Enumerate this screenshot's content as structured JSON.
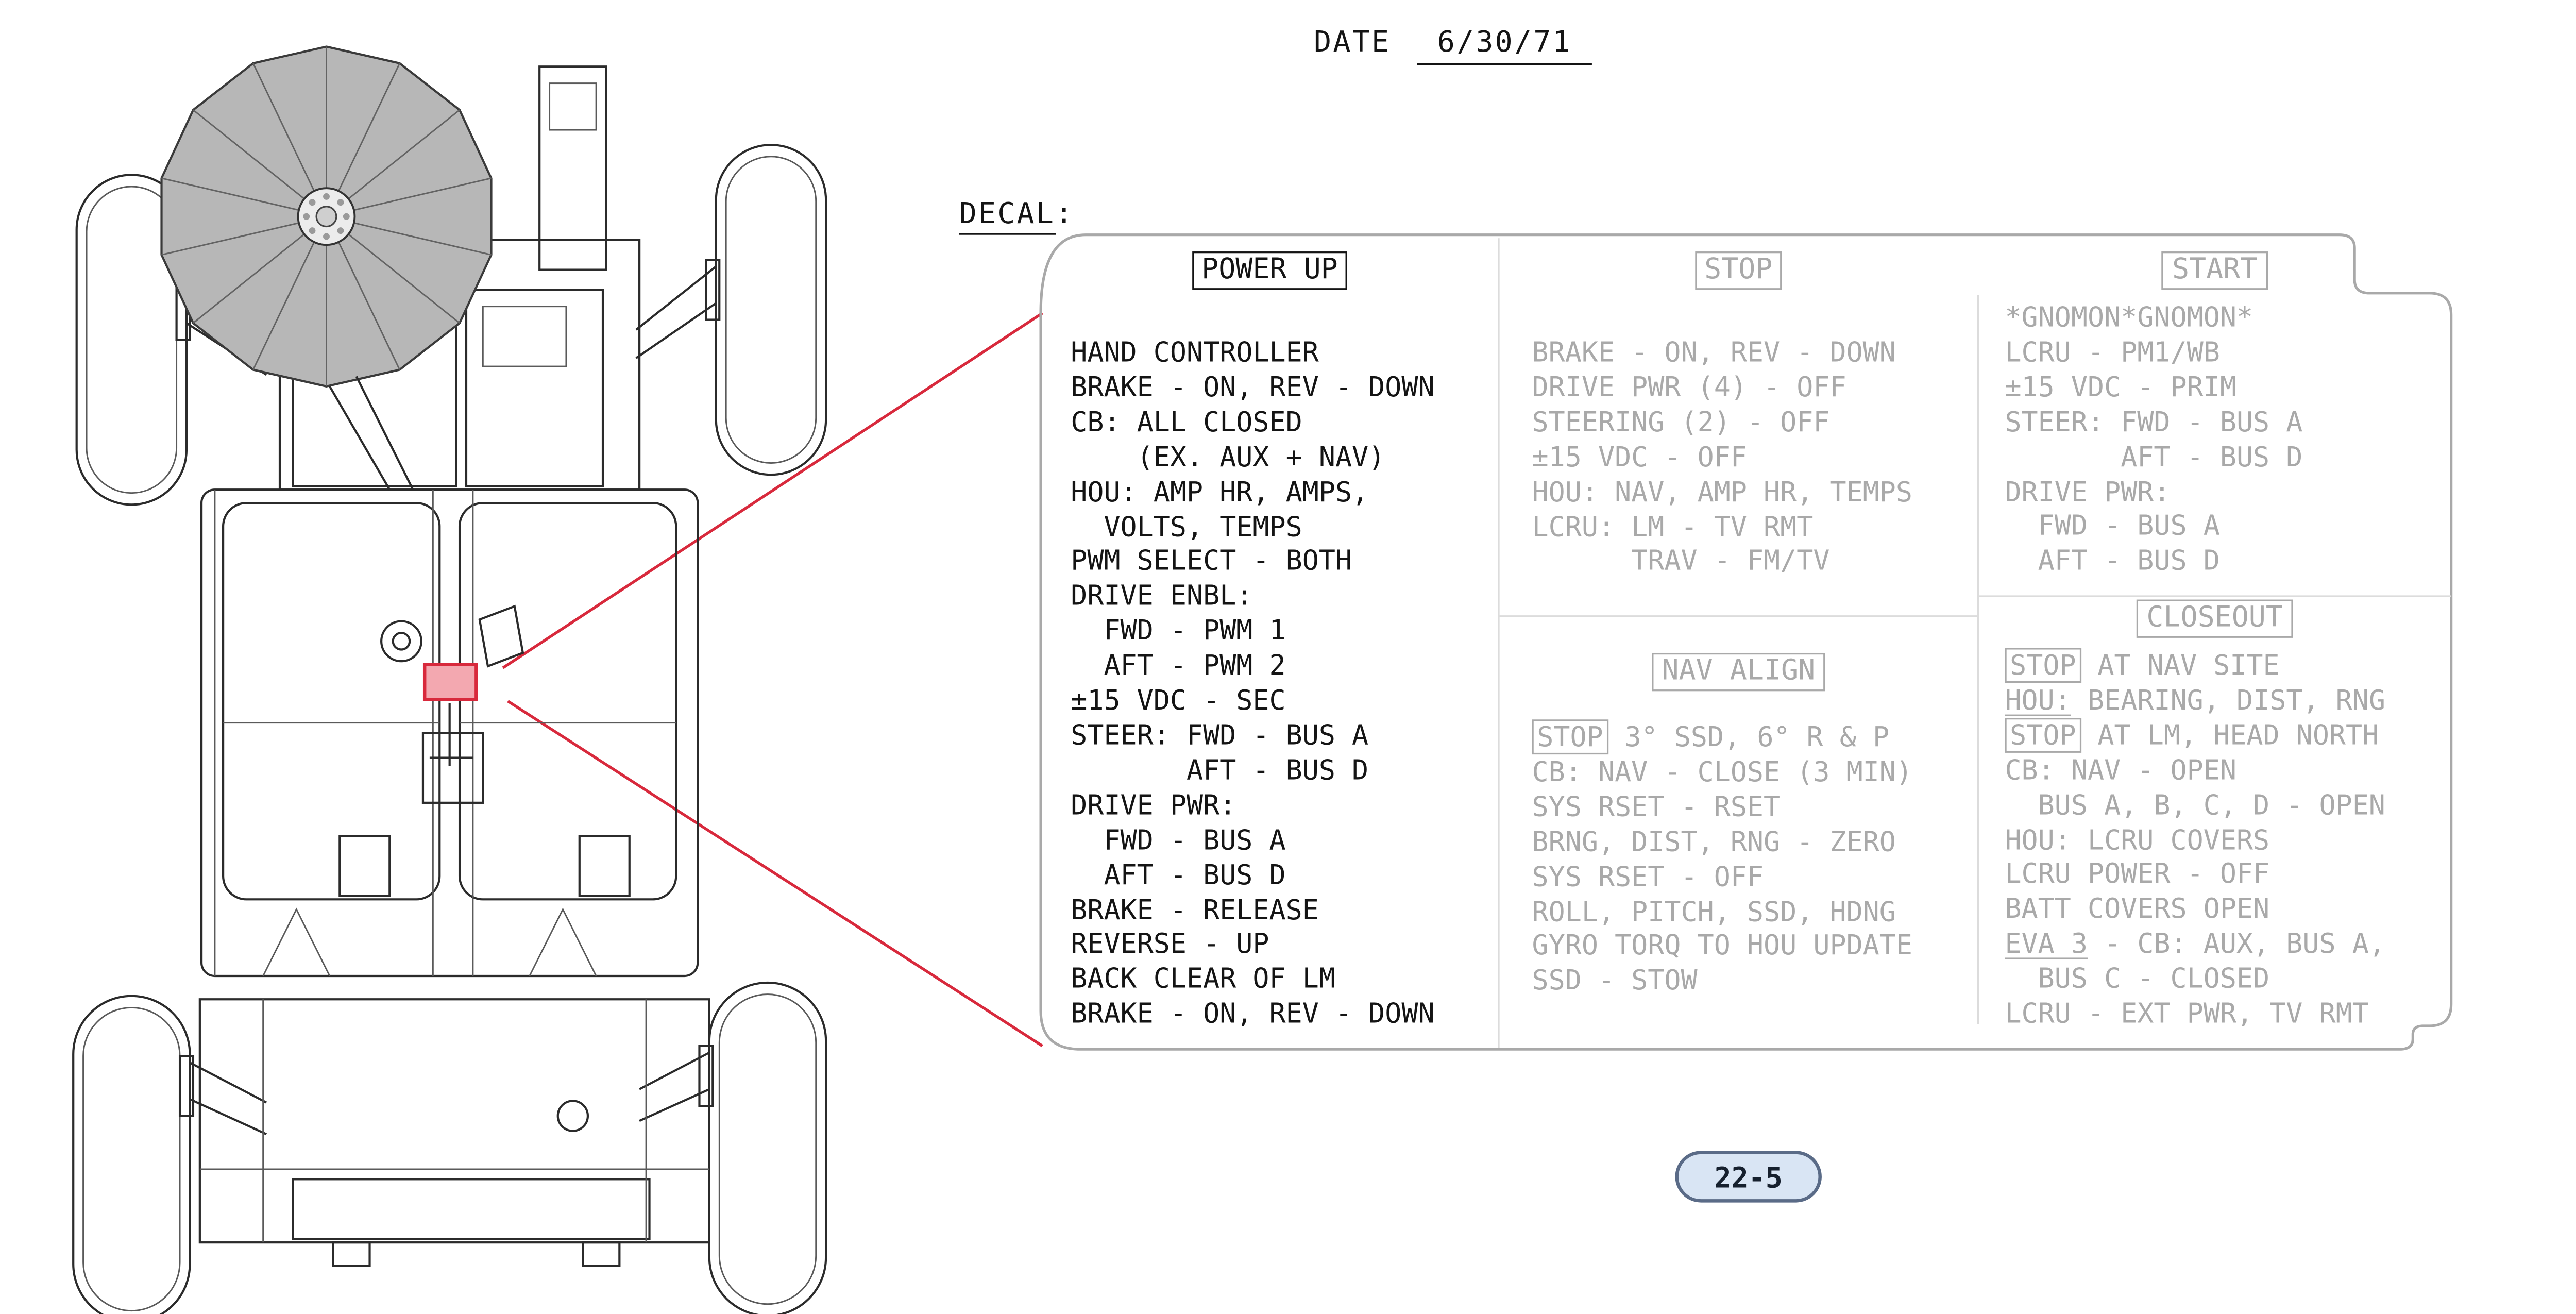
{
  "header": {
    "date_label": "DATE",
    "date_value": "6/30/71"
  },
  "decal": {
    "label": "DECAL",
    "colon": ":",
    "sections": [
      {
        "id": "power-up",
        "header": "POWER UP",
        "tone": "dark",
        "lines": [
          "HAND CONTROLLER",
          "BRAKE - ON, REV - DOWN",
          "CB: ALL CLOSED",
          "    (EX. AUX + NAV)",
          "HOU: AMP HR, AMPS,",
          "  VOLTS, TEMPS",
          "PWM SELECT - BOTH",
          "DRIVE ENBL:",
          "  FWD - PWM 1",
          "  AFT - PWM 2",
          "±15 VDC - SEC",
          "STEER: FWD - BUS A",
          "       AFT - BUS D",
          "DRIVE PWR:",
          "  FWD - BUS A",
          "  AFT - BUS D",
          "BRAKE - RELEASE",
          "REVERSE - UP",
          "BACK CLEAR OF LM",
          "BRAKE - ON, REV - DOWN"
        ]
      },
      {
        "id": "stop",
        "header": "STOP",
        "tone": "gray",
        "lines": [
          "BRAKE - ON, REV - DOWN",
          "DRIVE PWR (4) - OFF",
          "STEERING (2) - OFF",
          "±15 VDC - OFF",
          "HOU: NAV, AMP HR, TEMPS",
          "LCRU: LM - TV RMT",
          "      TRAV - FM/TV"
        ]
      },
      {
        "id": "nav-align",
        "header": "NAV ALIGN",
        "tone": "gray",
        "lines": [
          [
            {
              "t": "STOP",
              "style": "box"
            },
            {
              "t": " 3° SSD, 6° R & P"
            }
          ],
          "CB: NAV - CLOSE (3 MIN)",
          "SYS RSET - RSET",
          "BRNG, DIST, RNG - ZERO",
          "SYS RSET - OFF",
          "ROLL, PITCH, SSD, HDNG",
          "GYRO TORQ TO HOU UPDATE",
          "SSD - STOW"
        ]
      },
      {
        "id": "start",
        "header": "START",
        "tone": "gray",
        "lines": [
          "*GNOMON*GNOMON*",
          "LCRU - PM1/WB",
          "±15 VDC - PRIM",
          "STEER: FWD - BUS A",
          "       AFT - BUS D",
          "DRIVE PWR:",
          "  FWD - BUS A",
          "  AFT - BUS D"
        ]
      },
      {
        "id": "closeout",
        "header": "CLOSEOUT",
        "tone": "gray",
        "lines": [
          [
            {
              "t": "STOP",
              "style": "box"
            },
            {
              "t": " AT NAV SITE"
            }
          ],
          [
            {
              "t": "HOU:",
              "style": "underline"
            },
            {
              "t": " BEARING, DIST, RNG"
            }
          ],
          [
            {
              "t": "STOP",
              "style": "box"
            },
            {
              "t": " AT LM, HEAD NORTH"
            }
          ],
          "CB: NAV - OPEN",
          "  BUS A, B, C, D - OPEN",
          "HOU: LCRU COVERS",
          "LCRU POWER - OFF",
          "BATT COVERS OPEN",
          [
            {
              "t": "EVA 3",
              "style": "underline"
            },
            {
              "t": " - CB: AUX, BUS A,"
            }
          ],
          "  BUS C - CLOSED",
          "LCRU - EXT PWR, TV RMT"
        ]
      }
    ]
  },
  "footer": {
    "page_number": "22-5"
  },
  "colors": {
    "callout_red": "#d8293c",
    "decal_highlight": "#f3a8b0",
    "gray_text": "#a9a9a9",
    "ink": "#141414",
    "panel_outline": "#a9a9a9",
    "divider": "#dcdcdc",
    "page_pill_fill": "#d9e5f4",
    "page_pill_border": "#5a6b87",
    "dish_gray": "#b7b7b7"
  }
}
